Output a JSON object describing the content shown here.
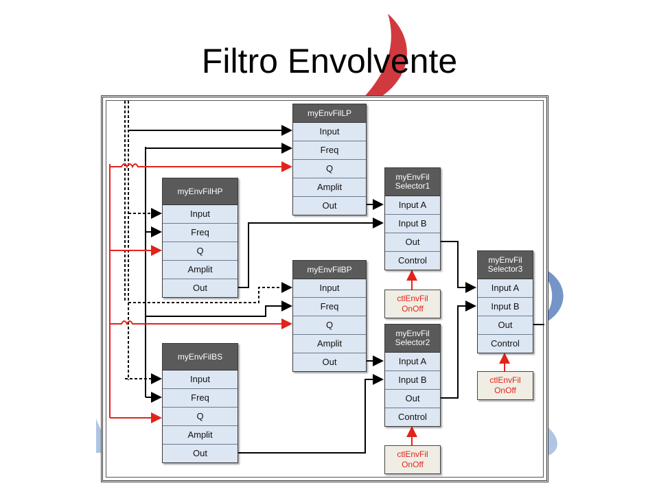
{
  "title": "Filtro Envolvente",
  "blocks": {
    "lp": {
      "title": "myEnvFilLP",
      "ports": [
        "Input",
        "Freq",
        "Q",
        "Amplit",
        "Out"
      ]
    },
    "hp": {
      "title": "myEnvFilHP",
      "ports": [
        "Input",
        "Freq",
        "Q",
        "Amplit",
        "Out"
      ]
    },
    "bp": {
      "title": "myEnvFilBP",
      "ports": [
        "Input",
        "Freq",
        "Q",
        "Amplit",
        "Out"
      ]
    },
    "bs": {
      "title": "myEnvFilBS",
      "ports": [
        "Input",
        "Freq",
        "Q",
        "Amplit",
        "Out"
      ]
    },
    "sel1": {
      "title": "myEnvFil Selector1",
      "ports": [
        "Input A",
        "Input B",
        "Out",
        "Control"
      ]
    },
    "sel2": {
      "title": "myEnvFil Selector2",
      "ports": [
        "Input A",
        "Input B",
        "Out",
        "Control"
      ]
    },
    "sel3": {
      "title": "myEnvFil Selector3",
      "ports": [
        "Input A",
        "Input B",
        "Out",
        "Control"
      ]
    }
  },
  "controls": {
    "ctl1": {
      "line1": "ctlEnvFil",
      "line2": "OnOff"
    },
    "ctl2": {
      "line1": "ctlEnvFil",
      "line2": "OnOff"
    },
    "ctl3": {
      "line1": "ctlEnvFil",
      "line2": "OnOff"
    }
  },
  "colors": {
    "signal": "#000000",
    "control": "#e2231a",
    "block_fill": "#dde6f3",
    "block_header": "#5a5a5a"
  }
}
